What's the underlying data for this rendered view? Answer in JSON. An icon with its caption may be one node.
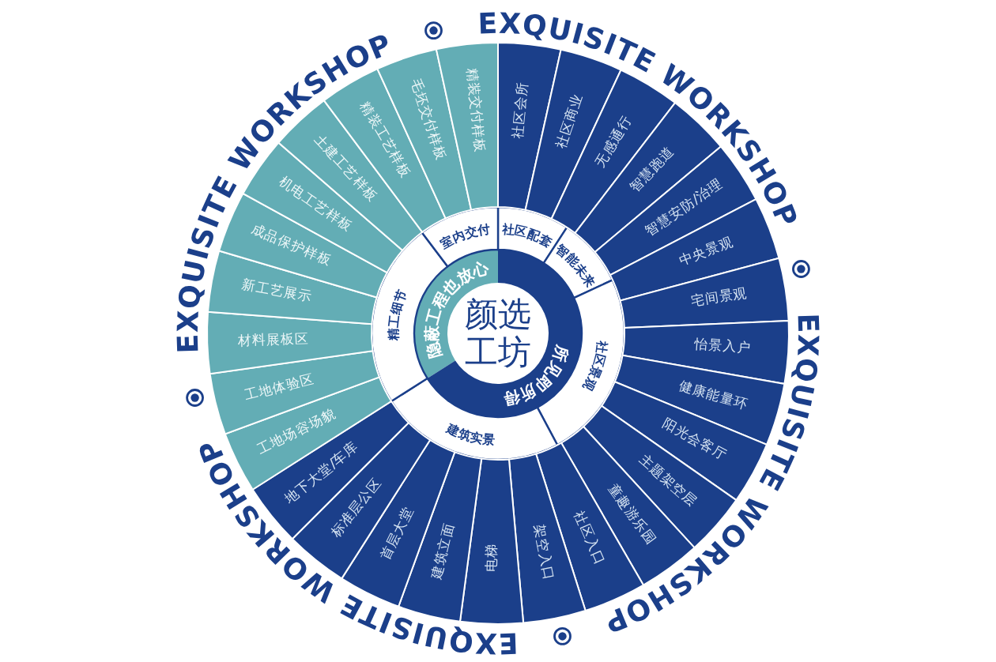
{
  "diagram": {
    "nodes": [
      {
        "text": [
          "颜选工坊"
        ]
      },
      {
        "text": [
          "隐蔽工程也放心"
        ]
      },
      {
        "text": [
          "所见即所得"
        ]
      },
      {
        "text": [
          "社区配套"
        ]
      },
      {
        "text": [
          "智能未来"
        ]
      },
      {
        "text": [
          "社区景观"
        ]
      },
      {
        "text": [
          "建筑实景"
        ]
      },
      {
        "text": [
          "精工细节"
        ]
      },
      {
        "text": [
          "室内交付"
        ]
      },
      {
        "text": [
          "社区会所"
        ]
      },
      {
        "text": [
          "社区商业"
        ]
      },
      {
        "text": [
          "无感通行"
        ]
      },
      {
        "text": [
          "智慧跑道"
        ]
      },
      {
        "text": [
          "智慧安防/治理"
        ]
      },
      {
        "text": [
          "中央景观"
        ]
      },
      {
        "text": [
          "宅间景观"
        ]
      },
      {
        "text": [
          "怡景入户"
        ]
      },
      {
        "text": [
          "健康能量环"
        ]
      },
      {
        "text": [
          "阳光会客厅"
        ]
      },
      {
        "text": [
          "主题架空层"
        ]
      },
      {
        "text": [
          "童趣游乐园"
        ]
      },
      {
        "text": [
          "社区入口"
        ]
      },
      {
        "text": [
          "架空入口"
        ]
      },
      {
        "text": [
          "电梯"
        ]
      },
      {
        "text": [
          "建筑立面"
        ]
      },
      {
        "text": [
          "首层大堂"
        ]
      },
      {
        "text": [
          "标准层公区"
        ]
      },
      {
        "text": [
          "地下大堂/车库"
        ]
      },
      {
        "text": [
          "工地场容场貌"
        ]
      },
      {
        "text": [
          "工地体验区"
        ]
      },
      {
        "text": [
          "材料展板区"
        ]
      },
      {
        "text": [
          "新工艺展示"
        ]
      },
      {
        "text": [
          "成品保护样板"
        ]
      },
      {
        "text": [
          "机电工艺样板"
        ]
      },
      {
        "text": [
          "土建工艺样板"
        ]
      },
      {
        "text": [
          "精装工艺样板"
        ]
      },
      {
        "text": [
          "毛坯交付样板"
        ]
      },
      {
        "text": [
          "精装交付样板"
        ]
      }
    ],
    "labels": [
      "EXQUISITE WORKSHOP",
      "EXQUISITE WORKSHOP",
      "EXQUISITE WORKSHOP",
      "EXQUISITE WORKSHOP"
    ]
  }
}
